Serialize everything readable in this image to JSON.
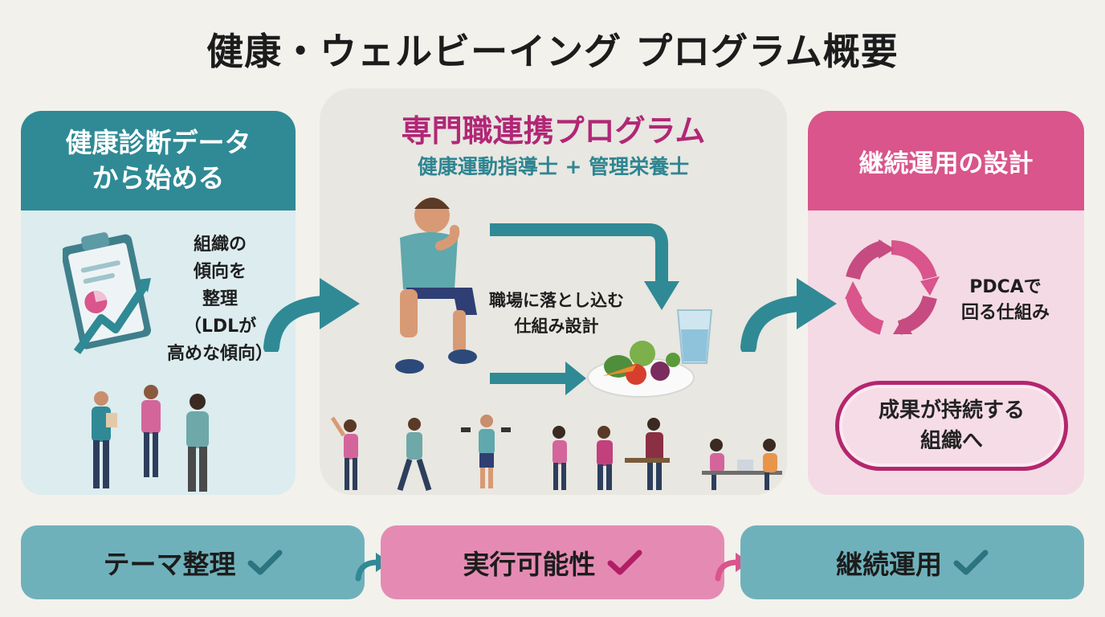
{
  "title": "健康・ウェルビーイング プログラム概要",
  "left_panel": {
    "heading_line1": "健康診断データ",
    "heading_line2": "から始める",
    "text_lines": [
      "組織の",
      "傾向を",
      "整理",
      "（LDLが",
      "高めな傾向）"
    ]
  },
  "center_panel": {
    "title": "専門職連携プログラム",
    "subtitle": "健康運動指導士 + 管理栄養士",
    "text_lines": [
      "職場に落とし込む",
      "仕組み設計"
    ]
  },
  "right_panel": {
    "heading": "継続運用の設計",
    "pdca_lines": [
      "PDCAで",
      "回る仕組み"
    ],
    "result_lines": [
      "成果が持続する",
      "組織へ"
    ]
  },
  "steps": [
    {
      "label": "テーマ整理",
      "check_color": "#2b7480"
    },
    {
      "label": "実行可能性",
      "check_color": "#b01f66"
    },
    {
      "label": "継続運用",
      "check_color": "#2b7480"
    }
  ],
  "colors": {
    "teal": "#2f8a95",
    "pink": "#d9558b",
    "magenta": "#b12776"
  },
  "icons": {
    "clipboard": "clipboard-chart-icon",
    "cycle": "pdca-cycle-icon",
    "food": "vegetables-plate-icon",
    "water": "water-glass-icon"
  }
}
